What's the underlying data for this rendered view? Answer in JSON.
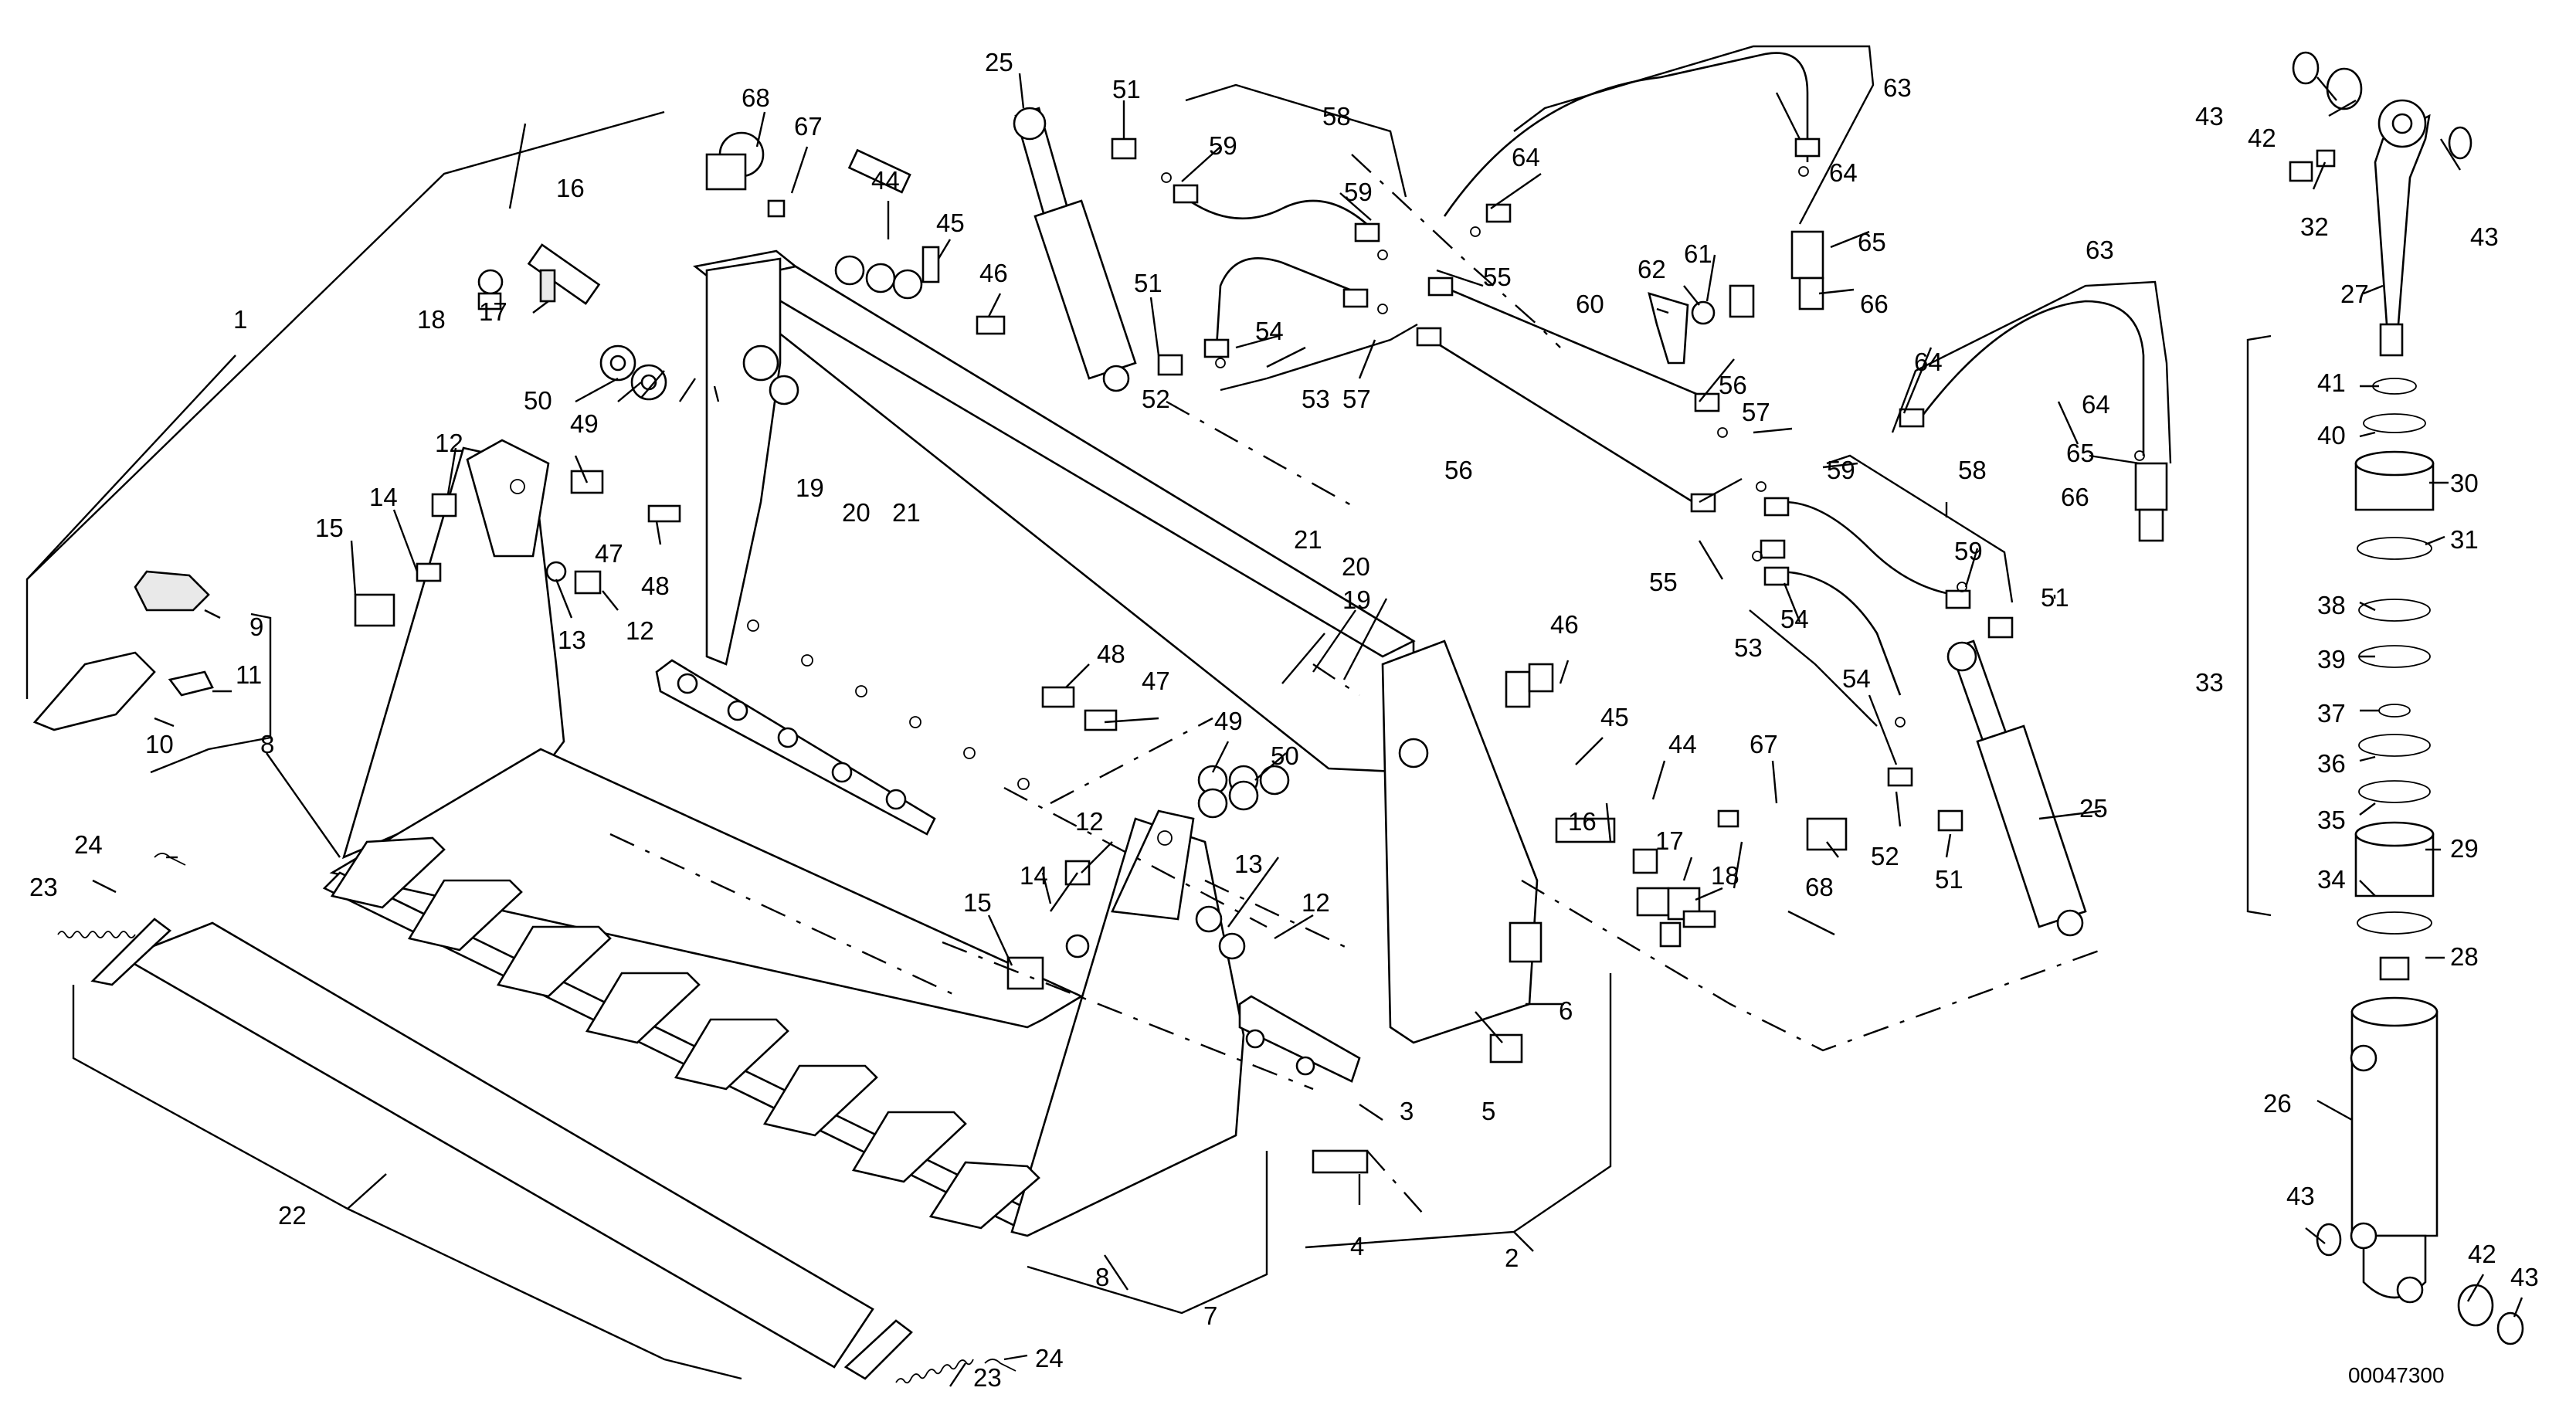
{
  "drawing_number": "00047300",
  "callouts": [
    {
      "id": "c1",
      "text": "1"
    },
    {
      "id": "c2",
      "text": "2"
    },
    {
      "id": "c3",
      "text": "3"
    },
    {
      "id": "c4",
      "text": "4"
    },
    {
      "id": "c5",
      "text": "5"
    },
    {
      "id": "c6",
      "text": "6"
    },
    {
      "id": "c7",
      "text": "7"
    },
    {
      "id": "c8a",
      "text": "8"
    },
    {
      "id": "c8b",
      "text": "8"
    },
    {
      "id": "c9",
      "text": "9"
    },
    {
      "id": "c10",
      "text": "10"
    },
    {
      "id": "c11",
      "text": "11"
    },
    {
      "id": "c12a",
      "text": "12"
    },
    {
      "id": "c12b",
      "text": "12"
    },
    {
      "id": "c12c",
      "text": "12"
    },
    {
      "id": "c12d",
      "text": "12"
    },
    {
      "id": "c13a",
      "text": "13"
    },
    {
      "id": "c13b",
      "text": "13"
    },
    {
      "id": "c14a",
      "text": "14"
    },
    {
      "id": "c14b",
      "text": "14"
    },
    {
      "id": "c15a",
      "text": "15"
    },
    {
      "id": "c15b",
      "text": "15"
    },
    {
      "id": "c16a",
      "text": "16"
    },
    {
      "id": "c16b",
      "text": "16"
    },
    {
      "id": "c17a",
      "text": "17"
    },
    {
      "id": "c17b",
      "text": "17"
    },
    {
      "id": "c18a",
      "text": "18"
    },
    {
      "id": "c18b",
      "text": "18"
    },
    {
      "id": "c19a",
      "text": "19"
    },
    {
      "id": "c19b",
      "text": "19"
    },
    {
      "id": "c20a",
      "text": "20"
    },
    {
      "id": "c20b",
      "text": "20"
    },
    {
      "id": "c21a",
      "text": "21"
    },
    {
      "id": "c21b",
      "text": "21"
    },
    {
      "id": "c22",
      "text": "22"
    },
    {
      "id": "c23a",
      "text": "23"
    },
    {
      "id": "c23b",
      "text": "23"
    },
    {
      "id": "c24a",
      "text": "24"
    },
    {
      "id": "c24b",
      "text": "24"
    },
    {
      "id": "c25a",
      "text": "25"
    },
    {
      "id": "c25b",
      "text": "25"
    },
    {
      "id": "c26",
      "text": "26"
    },
    {
      "id": "c27",
      "text": "27"
    },
    {
      "id": "c28",
      "text": "28"
    },
    {
      "id": "c29",
      "text": "29"
    },
    {
      "id": "c30",
      "text": "30"
    },
    {
      "id": "c31",
      "text": "31"
    },
    {
      "id": "c32",
      "text": "32"
    },
    {
      "id": "c33",
      "text": "33"
    },
    {
      "id": "c34",
      "text": "34"
    },
    {
      "id": "c35",
      "text": "35"
    },
    {
      "id": "c36",
      "text": "36"
    },
    {
      "id": "c37",
      "text": "37"
    },
    {
      "id": "c38",
      "text": "38"
    },
    {
      "id": "c39",
      "text": "39"
    },
    {
      "id": "c40",
      "text": "40"
    },
    {
      "id": "c41",
      "text": "41"
    },
    {
      "id": "c42a",
      "text": "42"
    },
    {
      "id": "c42b",
      "text": "42"
    },
    {
      "id": "c43a",
      "text": "43"
    },
    {
      "id": "c43b",
      "text": "43"
    },
    {
      "id": "c43c",
      "text": "43"
    },
    {
      "id": "c43d",
      "text": "43"
    },
    {
      "id": "c44a",
      "text": "44"
    },
    {
      "id": "c44b",
      "text": "44"
    },
    {
      "id": "c45a",
      "text": "45"
    },
    {
      "id": "c45b",
      "text": "45"
    },
    {
      "id": "c46a",
      "text": "46"
    },
    {
      "id": "c46b",
      "text": "46"
    },
    {
      "id": "c47a",
      "text": "47"
    },
    {
      "id": "c47b",
      "text": "47"
    },
    {
      "id": "c48a",
      "text": "48"
    },
    {
      "id": "c48b",
      "text": "48"
    },
    {
      "id": "c49a",
      "text": "49"
    },
    {
      "id": "c49b",
      "text": "49"
    },
    {
      "id": "c50a",
      "text": "50"
    },
    {
      "id": "c50b",
      "text": "50"
    },
    {
      "id": "c51a",
      "text": "51"
    },
    {
      "id": "c51b",
      "text": "51"
    },
    {
      "id": "c51c",
      "text": "51"
    },
    {
      "id": "c51d",
      "text": "51"
    },
    {
      "id": "c52a",
      "text": "52"
    },
    {
      "id": "c52b",
      "text": "52"
    },
    {
      "id": "c53a",
      "text": "53"
    },
    {
      "id": "c53b",
      "text": "53"
    },
    {
      "id": "c54a",
      "text": "54"
    },
    {
      "id": "c54b",
      "text": "54"
    },
    {
      "id": "c54c",
      "text": "54"
    },
    {
      "id": "c55a",
      "text": "55"
    },
    {
      "id": "c55b",
      "text": "55"
    },
    {
      "id": "c56a",
      "text": "56"
    },
    {
      "id": "c56b",
      "text": "56"
    },
    {
      "id": "c57a",
      "text": "57"
    },
    {
      "id": "c57b",
      "text": "57"
    },
    {
      "id": "c58a",
      "text": "58"
    },
    {
      "id": "c58b",
      "text": "58"
    },
    {
      "id": "c59a",
      "text": "59"
    },
    {
      "id": "c59b",
      "text": "59"
    },
    {
      "id": "c59c",
      "text": "59"
    },
    {
      "id": "c59d",
      "text": "59"
    },
    {
      "id": "c60",
      "text": "60"
    },
    {
      "id": "c61",
      "text": "61"
    },
    {
      "id": "c62",
      "text": "62"
    },
    {
      "id": "c63a",
      "text": "63"
    },
    {
      "id": "c63b",
      "text": "63"
    },
    {
      "id": "c64a",
      "text": "64"
    },
    {
      "id": "c64b",
      "text": "64"
    },
    {
      "id": "c64c",
      "text": "64"
    },
    {
      "id": "c64d",
      "text": "64"
    },
    {
      "id": "c65a",
      "text": "65"
    },
    {
      "id": "c65b",
      "text": "65"
    },
    {
      "id": "c66a",
      "text": "66"
    },
    {
      "id": "c66b",
      "text": "66"
    },
    {
      "id": "c67a",
      "text": "67"
    },
    {
      "id": "c67b",
      "text": "67"
    },
    {
      "id": "c68a",
      "text": "68"
    },
    {
      "id": "c68b",
      "text": "68"
    }
  ]
}
